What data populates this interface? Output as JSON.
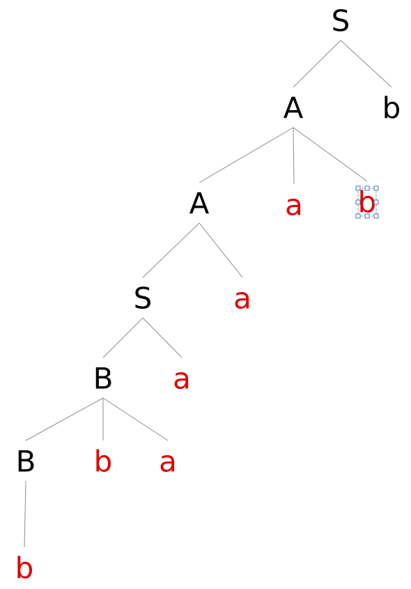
{
  "colors": {
    "nonterminal": "#000000",
    "terminal": "#e00000",
    "edge": "#8c8c8c",
    "selection": "#4a72c2"
  },
  "tree": {
    "nodes": [
      {
        "id": "n1",
        "label": "S",
        "kind": "nonterminal"
      },
      {
        "id": "n2",
        "label": "A",
        "kind": "nonterminal"
      },
      {
        "id": "n3",
        "label": "b",
        "kind": "nonterminal"
      },
      {
        "id": "n4",
        "label": "A",
        "kind": "nonterminal"
      },
      {
        "id": "n5",
        "label": "a",
        "kind": "terminal"
      },
      {
        "id": "n6",
        "label": "b",
        "kind": "terminal",
        "selected": true
      },
      {
        "id": "n7",
        "label": "S",
        "kind": "nonterminal"
      },
      {
        "id": "n8",
        "label": "a",
        "kind": "terminal"
      },
      {
        "id": "n9",
        "label": "B",
        "kind": "nonterminal"
      },
      {
        "id": "n10",
        "label": "a",
        "kind": "terminal"
      },
      {
        "id": "n11",
        "label": "B",
        "kind": "nonterminal"
      },
      {
        "id": "n12",
        "label": "b",
        "kind": "terminal"
      },
      {
        "id": "n13",
        "label": "a",
        "kind": "terminal"
      },
      {
        "id": "n14",
        "label": "b",
        "kind": "terminal"
      }
    ],
    "edges": [
      [
        "n1",
        "n2"
      ],
      [
        "n1",
        "n3"
      ],
      [
        "n2",
        "n4"
      ],
      [
        "n2",
        "n5"
      ],
      [
        "n2",
        "n6"
      ],
      [
        "n4",
        "n7"
      ],
      [
        "n4",
        "n8"
      ],
      [
        "n7",
        "n9"
      ],
      [
        "n7",
        "n10"
      ],
      [
        "n9",
        "n11"
      ],
      [
        "n9",
        "n12"
      ],
      [
        "n9",
        "n13"
      ],
      [
        "n11",
        "n14"
      ]
    ]
  }
}
